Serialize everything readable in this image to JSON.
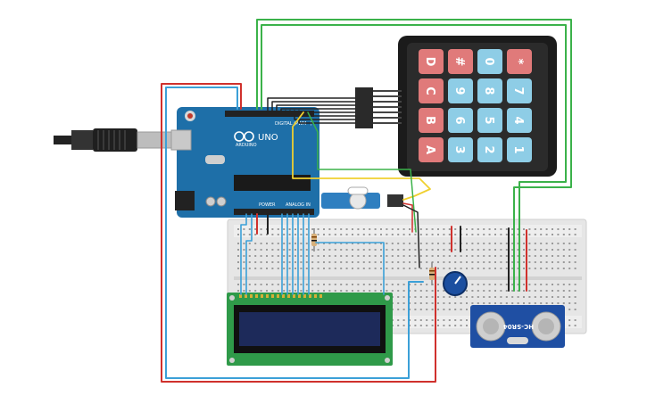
{
  "arduino": {
    "brand": "ARDUINO",
    "model": "UNO",
    "digital_label": "DIGITAL (PWM~)",
    "power_label": "POWER",
    "analog_label": "ANALOG IN"
  },
  "keypad": {
    "rows": [
      [
        {
          "label": "1",
          "color": "blue"
        },
        {
          "label": "2",
          "color": "blue"
        },
        {
          "label": "3",
          "color": "blue"
        },
        {
          "label": "A",
          "color": "red"
        }
      ],
      [
        {
          "label": "4",
          "color": "blue"
        },
        {
          "label": "5",
          "color": "blue"
        },
        {
          "label": "6",
          "color": "blue"
        },
        {
          "label": "B",
          "color": "red"
        }
      ],
      [
        {
          "label": "7",
          "color": "blue"
        },
        {
          "label": "8",
          "color": "blue"
        },
        {
          "label": "9",
          "color": "blue"
        },
        {
          "label": "C",
          "color": "red"
        }
      ],
      [
        {
          "label": "*",
          "color": "red"
        },
        {
          "label": "0",
          "color": "blue"
        },
        {
          "label": "#",
          "color": "red"
        },
        {
          "label": "D",
          "color": "red"
        }
      ]
    ]
  },
  "sensor": {
    "name": "HC-SR04"
  },
  "colors": {
    "board": "#1e6fa8",
    "breadboard": "#e6e6e6",
    "lcd_green": "#2f9a49",
    "lcd_screen": "#1d2a5a",
    "key_blue": "#8ecde6",
    "key_red": "#e07a7a",
    "wire_red": "#d0312d",
    "wire_blue": "#3ba0d8",
    "wire_green": "#3bb24a",
    "wire_yellow": "#f0d030",
    "wire_black": "#222222"
  }
}
